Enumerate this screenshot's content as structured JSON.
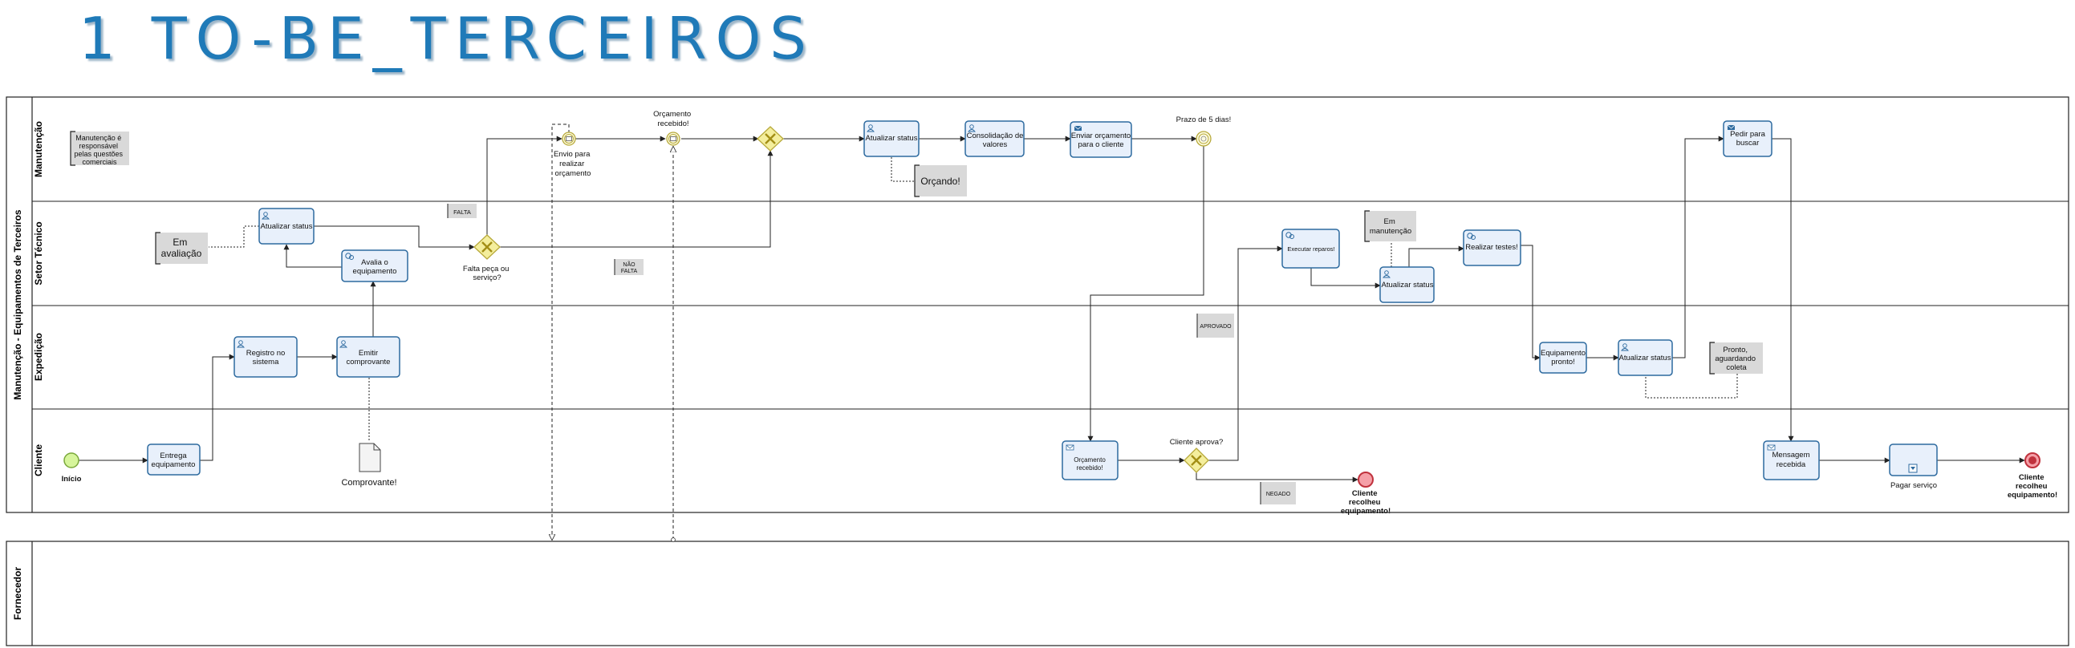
{
  "title": "1  TO-BE_TERCEIROS",
  "pool_main": "Manutenção - Equipamentos de Terceiros",
  "pool_supplier": "Fornecedor",
  "lanes": {
    "manutencao": "Manutenção",
    "setor": "Setor Técnico",
    "expedicao": "Expedição",
    "cliente": "Cliente"
  },
  "tasks": {
    "entrega": [
      "Entrega",
      "equipamento"
    ],
    "registro": [
      "Registro no",
      "sistema"
    ],
    "emitir": [
      "Emitir",
      "comprovante"
    ],
    "avalia": [
      "Avalia o",
      "equipamento"
    ],
    "atualizar_setor": [
      "Atualizar status"
    ],
    "atualizar_manut": [
      "Atualizar status"
    ],
    "consolidacao": [
      "Consolidação de",
      "valores"
    ],
    "enviar_orc": [
      "Enviar orçamento",
      "para o cliente"
    ],
    "pedir": [
      "Pedir para",
      "buscar"
    ],
    "executar": [
      "Executar reparos!"
    ],
    "atualizar_setor2": [
      "Atualizar status"
    ],
    "testes": [
      "Realizar testes!"
    ],
    "pronto": [
      "Equipamento",
      "pronto!"
    ],
    "atualizar_exp": [
      "Atualizar status"
    ],
    "orc_recebido": [
      "Orçamento",
      "recebido!"
    ],
    "mensagem": [
      "Mensagem",
      "recebida"
    ],
    "pagar": "Pagar serviço"
  },
  "events": {
    "inicio": "Início",
    "envio": [
      "Envio para",
      "realizar",
      "orçamento"
    ],
    "orc_recebido_top": [
      "Orçamento",
      "recebido!"
    ],
    "prazo": "Prazo de 5 dias!",
    "fim_negado": [
      "Cliente",
      "recolheu",
      "equipamento!"
    ],
    "fim_final": [
      "Cliente",
      "recolheu",
      "equipamento!"
    ]
  },
  "gateways": {
    "falta": [
      "Falta peça ou",
      "serviço?"
    ],
    "cliente_aprova": "Cliente aprova?"
  },
  "flow_labels": {
    "falta": "FALTA",
    "nao_falta": [
      "NÃO",
      "FALTA"
    ],
    "aprovado": "APROVADO",
    "negado": "NEGADO"
  },
  "annotations": {
    "manut_resp": [
      "Manutenção é",
      "responsável",
      "pelas questões",
      "comerciais"
    ],
    "orcando": "Orçando!",
    "em_avaliacao": [
      "Em",
      "avaliação"
    ],
    "em_manutencao": [
      "Em",
      "manutenção"
    ],
    "pronto_aguardando": [
      "Pronto,",
      "aguardando",
      "coleta"
    ]
  },
  "data_object": "Comprovante!",
  "colors": {
    "title": "#1f7ab8",
    "task_fill": "#e8f0fb",
    "task_stroke": "#2d6a9f",
    "start_fill": "#d6f59b",
    "end_fill": "#f5a0a8",
    "gateway_fill": "#f4ee9c",
    "annotation_fill": "#d9d9d9"
  }
}
